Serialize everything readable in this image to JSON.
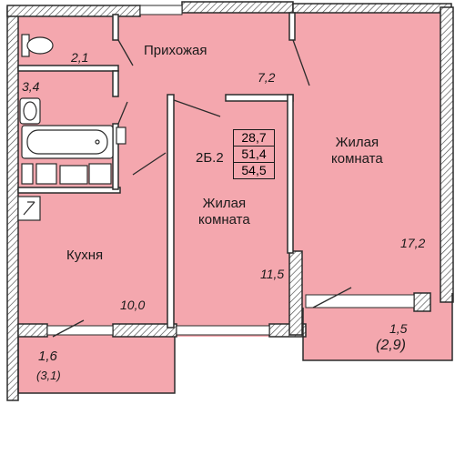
{
  "plan": {
    "apartment_code": "2Б.2",
    "area_totals": [
      "28,7",
      "51,4",
      "54,5"
    ],
    "rooms": {
      "hallway": {
        "name": "Прихожая",
        "area": "7,2"
      },
      "bathroom": {
        "area": "3,4"
      },
      "toilet": {
        "area": "2,1"
      },
      "kitchen": {
        "name": "Кухня",
        "area": "10,0"
      },
      "living_center": {
        "line1": "Жилая",
        "line2": "комната",
        "area": "11,5"
      },
      "living_right": {
        "line1": "Жилая",
        "line2": "комната",
        "area": "17,2"
      },
      "balcony_left": {
        "area": "1,6",
        "area_alt": "(3,1)"
      },
      "balcony_right": {
        "area": "1,5",
        "area_alt": "(2,9)"
      }
    },
    "colors": {
      "room_fill": "#f4a7ae",
      "wall": "#2b2b2b",
      "hatch": "#4a4a4a",
      "background": "#ffffff"
    }
  }
}
